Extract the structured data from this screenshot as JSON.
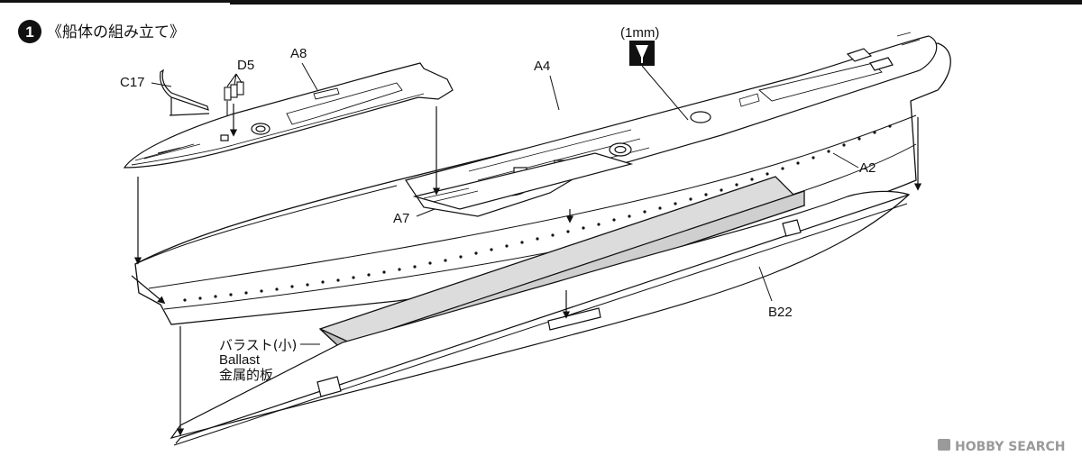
{
  "step": {
    "number": "1",
    "title": "《船体の組み立て》"
  },
  "parts": {
    "c17": "C17",
    "d5": "D5",
    "a8": "A8",
    "a4": "A4",
    "a2": "A2",
    "a7": "A7",
    "b22": "B22"
  },
  "drill": {
    "size": "(1mm)"
  },
  "ballast": {
    "jp_label": "バラスト(小)",
    "en_label": "Ballast",
    "material": "金属的板"
  },
  "watermark": {
    "brand": "HOBBY SEARCH"
  },
  "colors": {
    "ink": "#111111",
    "paper": "#ffffff",
    "ballast_fill": "#d9d9d9",
    "watermark": "#9a9a9a"
  }
}
